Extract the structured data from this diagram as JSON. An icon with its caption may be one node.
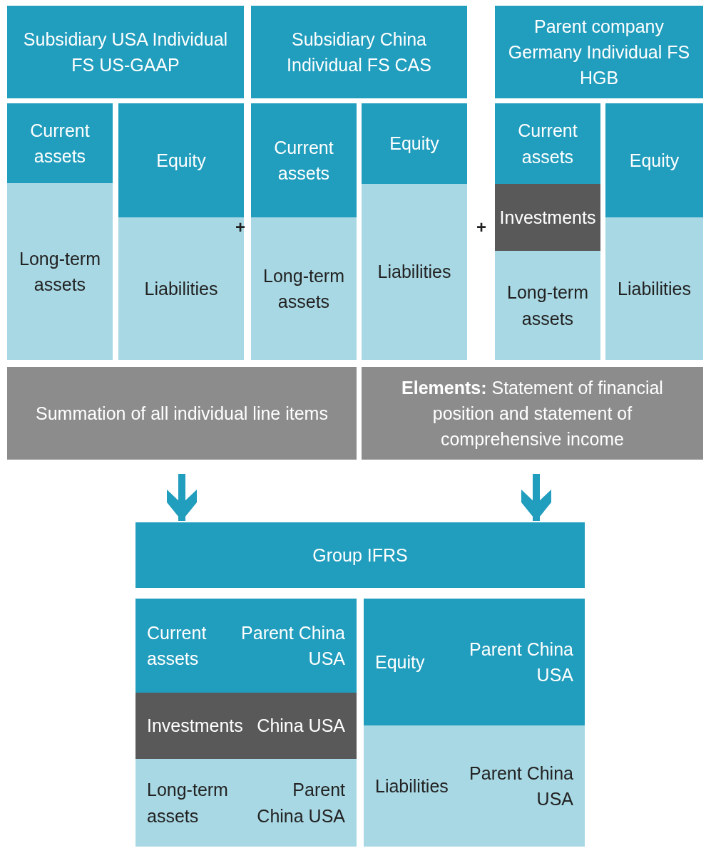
{
  "diagram": {
    "nodes": [
      {
        "text": [
          "Subsidiary USA Individual FS US-GAAP"
        ]
      },
      {
        "text": [
          "Current assets"
        ]
      },
      {
        "text": [
          "Long-term assets"
        ]
      },
      {
        "text": [
          "Equity"
        ]
      },
      {
        "text": [
          "Liabilities"
        ]
      },
      {
        "text": [
          "Subsidiary China Individual FS CAS"
        ]
      },
      {
        "text": [
          "Current assets"
        ]
      },
      {
        "text": [
          "Long-term assets"
        ]
      },
      {
        "text": [
          "Equity"
        ]
      },
      {
        "text": [
          "Liabilities"
        ]
      },
      {
        "text": [
          "Parent company Germany Individual FS HGB"
        ]
      },
      {
        "text": [
          "Current assets"
        ]
      },
      {
        "text": [
          "Investments"
        ]
      },
      {
        "text": [
          "Long-term assets"
        ]
      },
      {
        "text": [
          "Equity"
        ]
      },
      {
        "text": [
          "Liabilities"
        ]
      },
      {
        "text": [
          "Summation of all individual line items"
        ]
      },
      {
        "text": [
          "**Elements:** Statement of financial position and statement of comprehensive income"
        ]
      },
      {
        "text": [
          "Group IFRS"
        ]
      },
      {
        "text": [
          "Current assets",
          "Parent China USA"
        ]
      },
      {
        "text": [
          "Investments",
          "China USA"
        ]
      },
      {
        "text": [
          "Long-term assets",
          "Parent China USA"
        ]
      },
      {
        "text": [
          "Equity",
          "Parent China USA"
        ]
      },
      {
        "text": [
          "Liabilities",
          "Parent China USA"
        ]
      }
    ],
    "edges": [
      {
        "from": 16,
        "to": 18,
        "arrow": "to"
      },
      {
        "from": 17,
        "to": 18,
        "arrow": "to"
      }
    ],
    "labels": [
      "+",
      "+"
    ]
  }
}
